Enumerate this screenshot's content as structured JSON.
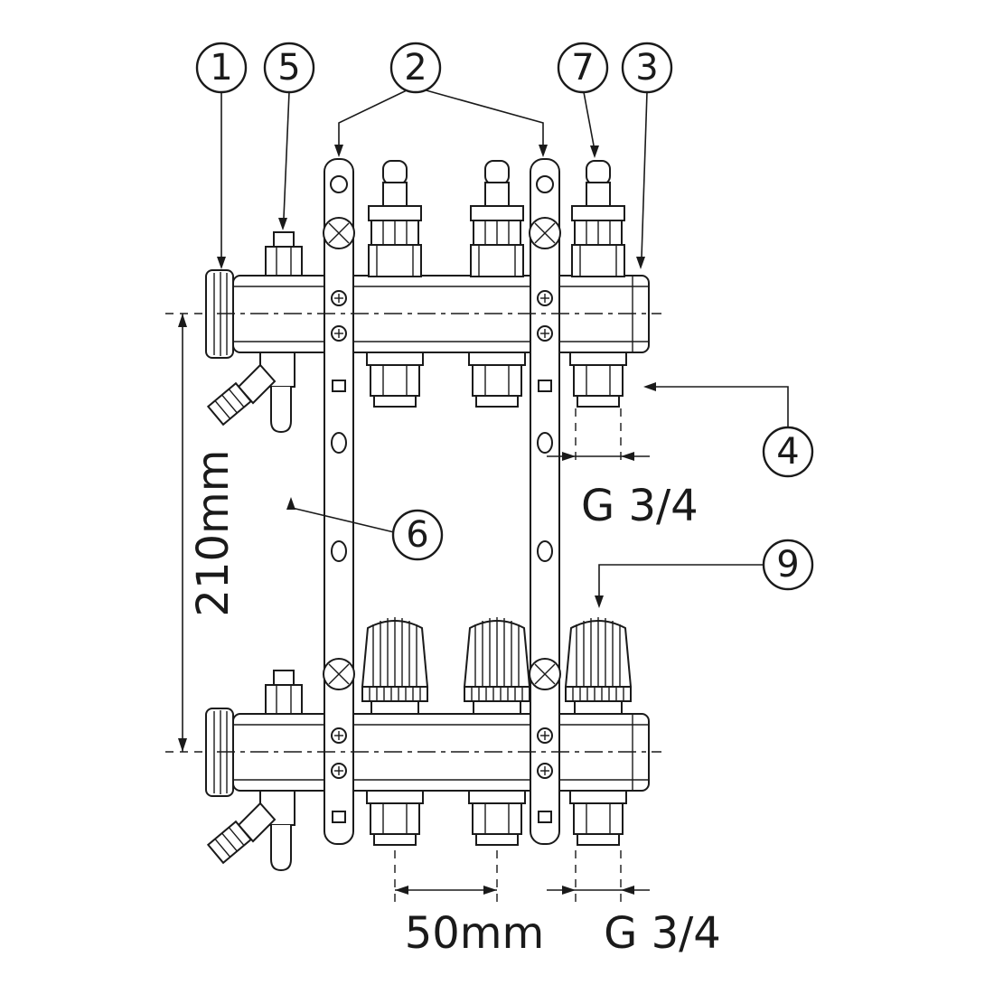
{
  "figure": {
    "callouts": {
      "c1": "1",
      "c2": "2",
      "c3": "3",
      "c4": "4",
      "c5": "5",
      "c6": "6",
      "c7": "7",
      "c9": "9"
    },
    "dimensions": {
      "height": "210mm",
      "spacing": "50mm",
      "thread_mid": "G 3/4",
      "thread_bottom": "G 3/4"
    },
    "colors": {
      "line": "#1a1a1a",
      "background": "#ffffff"
    }
  }
}
